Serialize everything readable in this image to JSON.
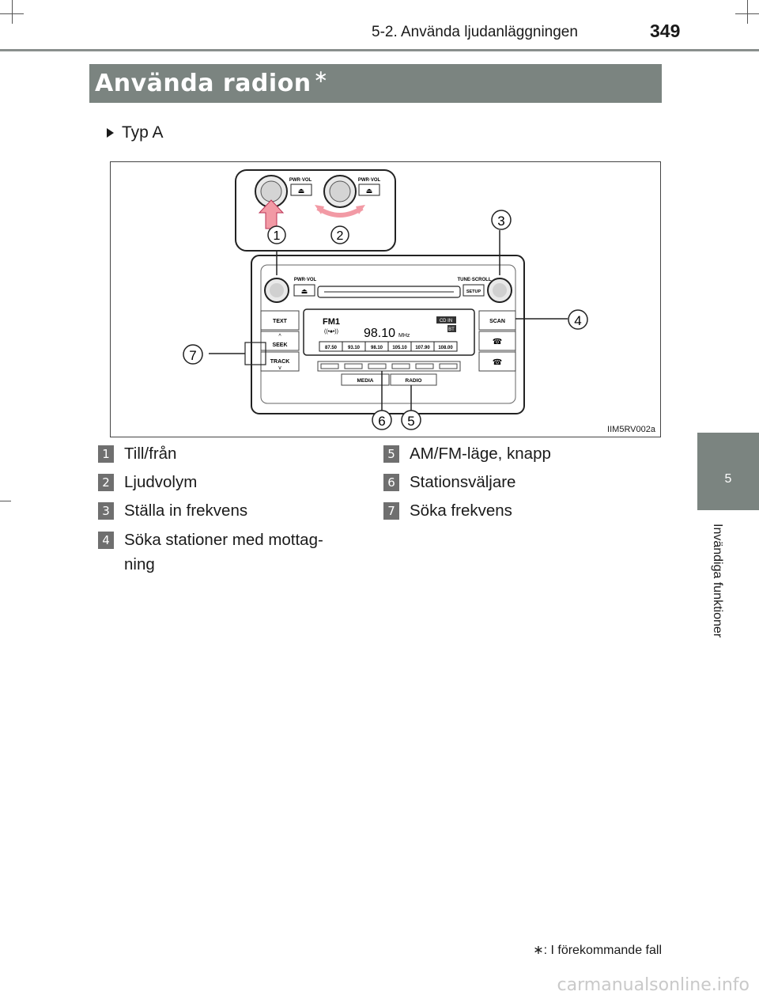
{
  "header": {
    "section": "5-2. Använda ljudanläggningen",
    "page_number": "349"
  },
  "title": {
    "text": "Använda radion",
    "asterisk": "∗"
  },
  "subheading": "Typ A",
  "figure": {
    "code": "IIM5RV002a",
    "labels": {
      "pwr_vol": "PWR·VOL",
      "tune_scroll": "TUNE·SCROLL",
      "setup": "SETUP",
      "text_btn": "TEXT",
      "seek": "SEEK",
      "track": "TRACK",
      "scan": "SCAN",
      "media": "MEDIA",
      "radio": "RADIO",
      "band": "FM1",
      "frequency": "98.10",
      "unit": "MHz",
      "cd_in": "CD IN",
      "bt": "BT",
      "presets": [
        "87.50",
        "93.10",
        "98.10",
        "105.10",
        "107.90",
        "108.00"
      ]
    },
    "callouts": [
      "1",
      "2",
      "3",
      "4",
      "5",
      "6",
      "7"
    ]
  },
  "legend": [
    {
      "num": "1",
      "text": "Till/från"
    },
    {
      "num": "2",
      "text": "Ljudvolym"
    },
    {
      "num": "3",
      "text": "Ställa in frekvens"
    },
    {
      "num": "4",
      "line1": "Söka stationer med mottag-",
      "line2": "ning"
    },
    {
      "num": "5",
      "text": "AM/FM-läge, knapp"
    },
    {
      "num": "6",
      "text": "Stationsväljare"
    },
    {
      "num": "7",
      "text": "Söka frekvens"
    }
  ],
  "side_tab": {
    "number": "5",
    "label": "Invändiga funktioner"
  },
  "footnote": {
    "symbol": "∗",
    "text": ": I förekommande fall"
  },
  "watermark": "carmanualsonline.info"
}
